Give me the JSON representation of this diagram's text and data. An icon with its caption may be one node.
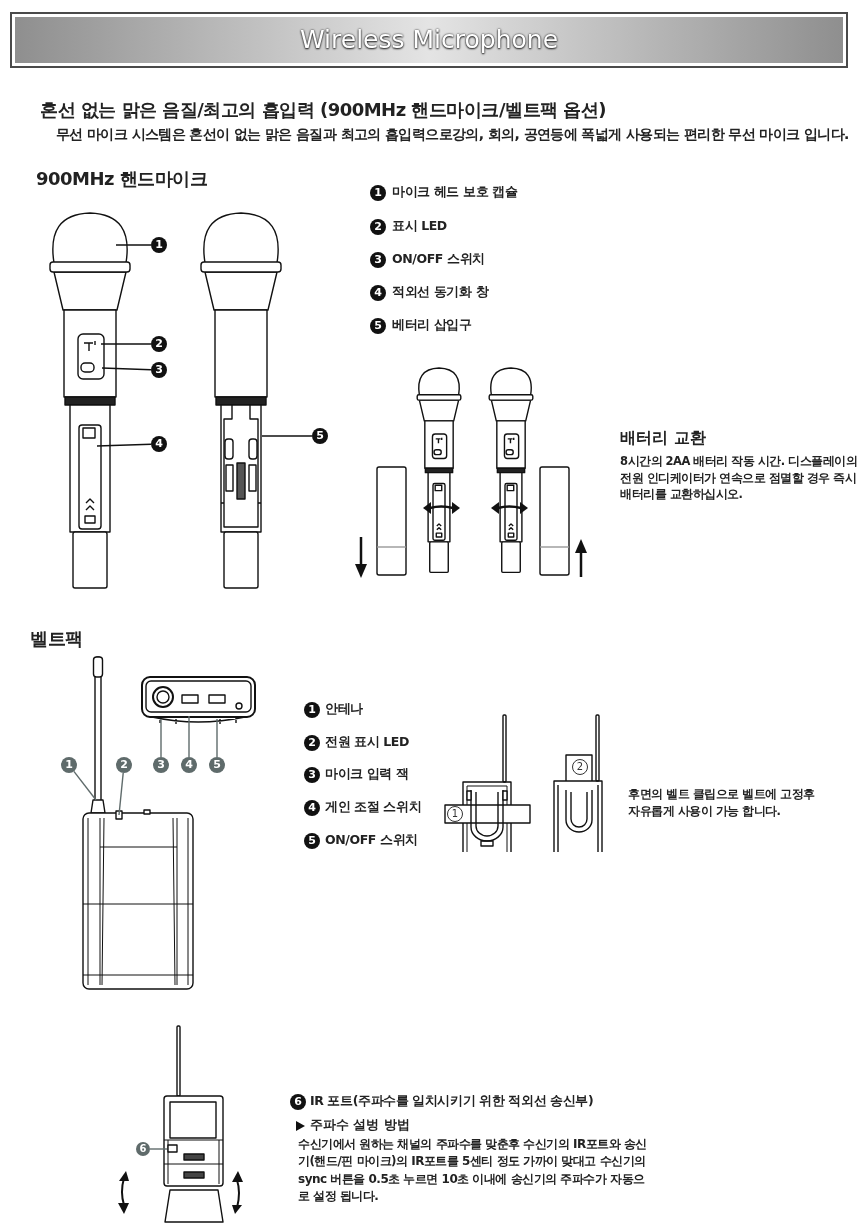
{
  "diagram": {
    "title": "Wireless Microphone",
    "nodes": [
      {
        "text": [
          "1"
        ]
      },
      {
        "text": [
          "2"
        ]
      },
      {
        "text": [
          "3"
        ]
      },
      {
        "text": [
          "4"
        ]
      },
      {
        "text": [
          "5"
        ]
      },
      {
        "text": [
          "1"
        ],
        "beside": [
          "마이크 헤드 보호 캡슐"
        ]
      },
      {
        "text": [
          "2"
        ],
        "beside": [
          "표시 LED"
        ]
      },
      {
        "text": [
          "3"
        ],
        "beside": [
          "ON/OFF 스위치"
        ]
      },
      {
        "text": [
          "4"
        ],
        "beside": [
          "적외선 동기화 창"
        ]
      },
      {
        "text": [
          "5"
        ],
        "beside": [
          "베터리 삽입구"
        ]
      },
      {
        "text": [
          "1"
        ]
      },
      {
        "text": [
          "2"
        ]
      },
      {
        "text": [
          "3"
        ]
      },
      {
        "text": [
          "4"
        ]
      },
      {
        "text": [
          "5"
        ]
      },
      {
        "text": [
          "1"
        ],
        "beside": [
          "안테나"
        ]
      },
      {
        "text": [
          "2"
        ],
        "beside": [
          "전원 표시 LED"
        ]
      },
      {
        "text": [
          "3"
        ],
        "beside": [
          "마이크 입력 잭"
        ]
      },
      {
        "text": [
          "4"
        ],
        "beside": [
          "게인 조절 스위치"
        ]
      },
      {
        "text": [
          "5"
        ],
        "beside": [
          "ON/OFF 스위치"
        ]
      },
      {
        "text": [
          "6"
        ]
      },
      {
        "text": [
          "6"
        ],
        "beside": [
          "IR 포트(주파수를 일치시키기 위한 적외선 송신부)"
        ]
      }
    ],
    "edges": [
      {
        "from": 0,
        "to": null,
        "arrow": "none"
      },
      {
        "from": 1,
        "to": null,
        "arrow": "none"
      },
      {
        "from": 2,
        "to": null,
        "arrow": "none"
      },
      {
        "from": 3,
        "to": null,
        "arrow": "none"
      },
      {
        "from": 4,
        "to": null,
        "arrow": "none"
      },
      {
        "from": 10,
        "to": null,
        "arrow": "none"
      },
      {
        "from": 11,
        "to": null,
        "arrow": "none"
      },
      {
        "from": 12,
        "to": null,
        "arrow": "none"
      },
      {
        "from": 13,
        "to": null,
        "arrow": "none"
      },
      {
        "from": 14,
        "to": null,
        "arrow": "none"
      },
      {
        "from": 20,
        "to": null,
        "arrow": "none"
      }
    ],
    "labels": [
      "혼선 없는 맑은 음질/최고의 흡입력 (900MHz 핸드마이크/벨트팩 옵션)",
      "무선 마이크 시스템은 혼선이 없는 맑은 음질과 최고의 흡입력으로강의, 회의, 공연등에 폭넓게 사용되는 편리한 무선 마이크 입니다.",
      "900MHz 핸드마이크",
      "배터리 교환",
      "8시간의 2AA 배터리 작동 시간. 디스플레이의 전원 인디케이터가 연속으로 점멸할 경우 즉시 배터리를 교환하십시오.",
      "벨트팩",
      "1",
      "2",
      "후면의 벨트 클립으로 벨트에 고정후 자유롭게 사용이 가능 합니다.",
      "주파수 설벙 방법",
      "수신기에서 원하는 채널의 주파수를 맞춘후 수신기의 IR포트와 송신기(핸드/핀 마이크)의 IR포트를 5센티 정도 가까이 맞대고 수신기의 sync 버튼을 0.5초 누르면 10초 이내에 송신기의 주파수가 자동으로 설정 됩니다."
    ]
  }
}
